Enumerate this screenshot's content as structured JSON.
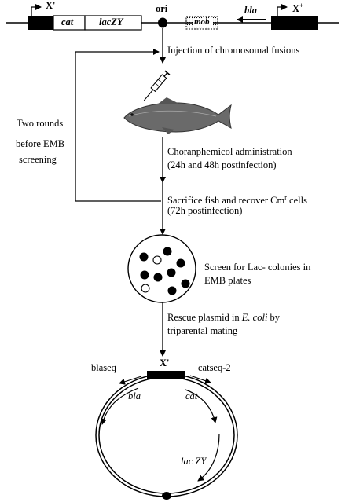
{
  "construct": {
    "x_prime": "X'",
    "cat": "cat",
    "lacZY": "lacZY",
    "ori": "ori",
    "mob": "mob",
    "bla": "bla",
    "x_plus": "X",
    "x_plus_sup": "+"
  },
  "steps": {
    "injection": "Injection of chromosomal fusions",
    "chloramphenicol_line1": "Choranphemicol administration",
    "chloramphenicol_line2": "(24h and 48h postinfection)",
    "sacrifice_line1_pre": "Sacrifice fish and recover Cm",
    "sacrifice_line1_sup": "r",
    "sacrifice_line1_post": " cells",
    "sacrifice_line2": "(72h postinfection)",
    "screen_line1": "Screen for Lac- colonies in",
    "screen_line2": "EMB plates",
    "rescue_line1_pre": "Rescue plasmid in ",
    "rescue_line1_it": "E. coli",
    "rescue_line1_post": " by",
    "rescue_line2": "triparental mating"
  },
  "loop": {
    "line1": "Two rounds",
    "line2": "before EMB",
    "line3": "screening"
  },
  "plasmid": {
    "x_prime": "X'",
    "blaseq": "blaseq",
    "catseq": "catseq-2",
    "bla": "bla",
    "cat": "cat",
    "lacZY": "lac ZY"
  },
  "plate": {
    "colonies_total": 10,
    "white_colonies": 2
  }
}
